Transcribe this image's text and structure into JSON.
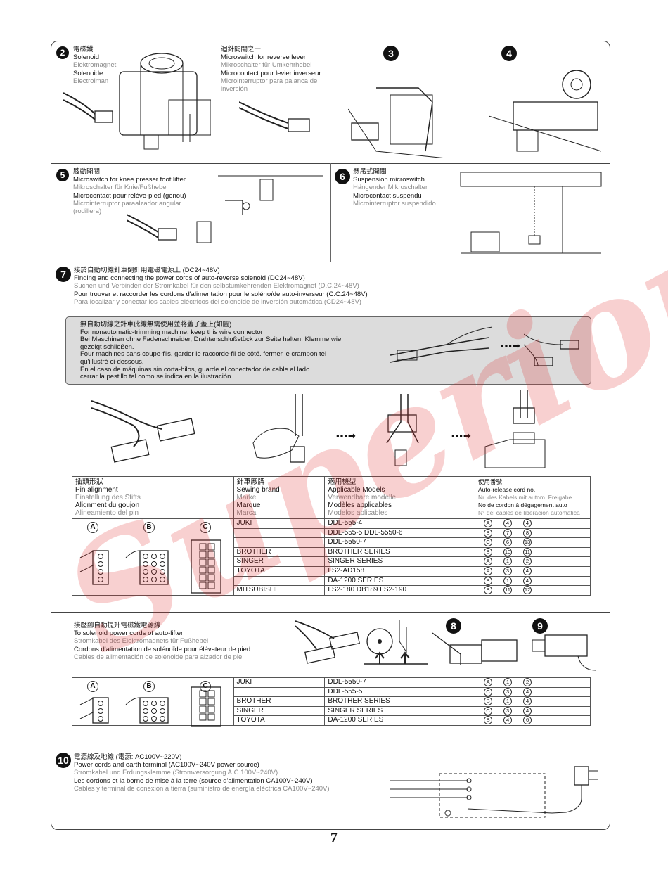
{
  "sections": {
    "s2": {
      "number": "2",
      "lines": [
        "電磁鐵",
        "Solenoid",
        "Elektromagnet",
        "Solenoide",
        "Electroiman"
      ]
    },
    "rev": {
      "lines": [
        "迴針開關之一",
        "Microswitch for reverse lever",
        "Mikroschalter für Umkehrhebel",
        "Microcontact pour levier inverseur",
        "Microinterruptor para palanca de",
        "inversión"
      ]
    },
    "s3": {
      "number": "3"
    },
    "s4": {
      "number": "4"
    },
    "s5": {
      "number": "5",
      "lines": [
        "膝動開關",
        "Microswitch for knee presser foot lifter",
        "Mikroschalter für Knie/Fußhebel",
        "Microcontact pour relève-pied (genou)",
        "Microinterruptor paraalzador angular",
        "(rodillera)"
      ]
    },
    "s6": {
      "number": "6",
      "lines": [
        "懸吊式開關",
        "Suspension microswitch",
        "Hängender Mikroschalter",
        "Microcontact suspendu",
        "Microinterruptor suspendido"
      ]
    },
    "s7": {
      "number": "7",
      "lines": [
        "接於自動切線針車倒針用電磁電源上 (DC24~48V)",
        "Finding and connecting the power cords of auto-reverse solenoid (DC24~48V)",
        "Suchen und Verbinden der Stromkabel für den selbstumkehrenden Elektromagnet (D.C.24~48V)",
        "Pour trouver et raccorder les cordons d'alimentation pour le solénoïde auto-inverseur (C.C.24~48V)",
        "Para localizar y conectar los cables eléctricos del solenoide de inversión automática (CD24~48V)"
      ]
    },
    "note7": {
      "lines": [
        "無自動切線之針車此線無需使用並將蓋子蓋上(如圖)",
        "For nonautomatic-trimming machine, keep this wire connector",
        "Bei Maschinen ohne Fadenschneider, Drahtanschlußstück zur Seite halten. Klemme wie",
        "gezeigt schließen.",
        "Four machines sans coupe-fils, garder le raccorde-fil de côté. fermer le crampon tel",
        "qu'illustré ci-dessous.",
        "En el caso de máquinas sin corta-hilos, guarde el conectador de cable al lado.",
        "cerrar la pestillo tal como se indica en la ilustración."
      ]
    },
    "lifter": {
      "lines": [
        "接壓腳自動提升電磁鐵電源線",
        "To solenoid power cords of auto-lifter",
        "Stromkabel des Elektromagnets für Fußhebel",
        "Cordons d'alimentation de solénoïde pour élévateur de pied",
        "Cables de alimentación de solenoide para alzador de pie"
      ]
    },
    "s8": {
      "number": "8"
    },
    "s9": {
      "number": "9"
    },
    "s10": {
      "number": "10",
      "lines": [
        "電源線及地線 (電源: AC100V~220V)",
        "Power cords and earth terminal (AC100V~240V power source)",
        "Stromkabel und Erdungsklemme (Stromversorgung A.C.100V~240V)",
        "Les cordons et la borne de mise à la terre (source d'alimentation CA100V~240V)",
        "Cables y terminal de conexión a tierra (suministro de energía eléctrica CA100V~240V)"
      ]
    }
  },
  "arrow_glyph": "▪▪▪➡",
  "table1": {
    "headers": {
      "pin": [
        "插頭形狀",
        "Pin alignment",
        "Einstellung des Stifts",
        "Alignment du goujon",
        "Alineamiento del pin"
      ],
      "brand": [
        "針車廠牌",
        "Sewing brand",
        "Marke",
        "Marque",
        "Marca"
      ],
      "models": [
        "適用機型",
        "Applicable Models",
        "Verwendbare modelle",
        "Modèles applicables",
        "Modelos aplicables"
      ],
      "cord": [
        "使用番號",
        "Auto-release cord no.",
        "Nr. des Kabels mit autom. Freigabe",
        "No de cordon à dégagement auto",
        "N° del cables de liberación automática"
      ]
    },
    "pin_labels": [
      "A",
      "B",
      "C"
    ],
    "rows": [
      {
        "brand": "JUKI",
        "model": "DDL-555-4",
        "pin": "A",
        "c1": "4",
        "c2": "4"
      },
      {
        "brand": "",
        "model": "DDL-555-5  DDL-5550-6",
        "pin": "B",
        "c1": "7",
        "c2": "8"
      },
      {
        "brand": "",
        "model": "DDL-5550-7",
        "pin": "C",
        "c1": "6",
        "c2": "13"
      },
      {
        "brand": "BROTHER",
        "model": "BROTHER  SERIES",
        "pin": "B",
        "c1": "10",
        "c2": "11"
      },
      {
        "brand": "SINGER",
        "model": "SINGER  SERIES",
        "pin": "A",
        "c1": "1",
        "c2": "2"
      },
      {
        "brand": "TOYOTA",
        "model": "LS2-AD158",
        "pin": "A",
        "c1": "3",
        "c2": "4"
      },
      {
        "brand": "",
        "model": "DA-1200  SERIES",
        "pin": "B",
        "c1": "1",
        "c2": "4"
      },
      {
        "brand": "MITSUBISHI",
        "model": "LS2-180  DB189  LS2-190",
        "pin": "B",
        "c1": "11",
        "c2": "12"
      }
    ]
  },
  "table2": {
    "pin_labels": [
      "A",
      "B",
      "C"
    ],
    "rows": [
      {
        "brand": "JUKI",
        "model": "DDL-5550-7",
        "pin": "A",
        "c1": "1",
        "c2": "2"
      },
      {
        "brand": "",
        "model": "DDL-555-5",
        "pin": "C",
        "c1": "3",
        "c2": "4"
      },
      {
        "brand": "BROTHER",
        "model": "BROTHER  SERIES",
        "pin": "B",
        "c1": "1",
        "c2": "4"
      },
      {
        "brand": "SINGER",
        "model": "SINGER  SERIES",
        "pin": "C",
        "c1": "3",
        "c2": "4"
      },
      {
        "brand": "TOYOTA",
        "model": "DA-1200  SERIES",
        "pin": "B",
        "c1": "4",
        "c2": "6"
      }
    ]
  },
  "page_number": "7",
  "watermark": "Superior",
  "colors": {
    "watermark": "#e12828",
    "frame": "#444444",
    "note_bg": "#dcdcdc"
  }
}
